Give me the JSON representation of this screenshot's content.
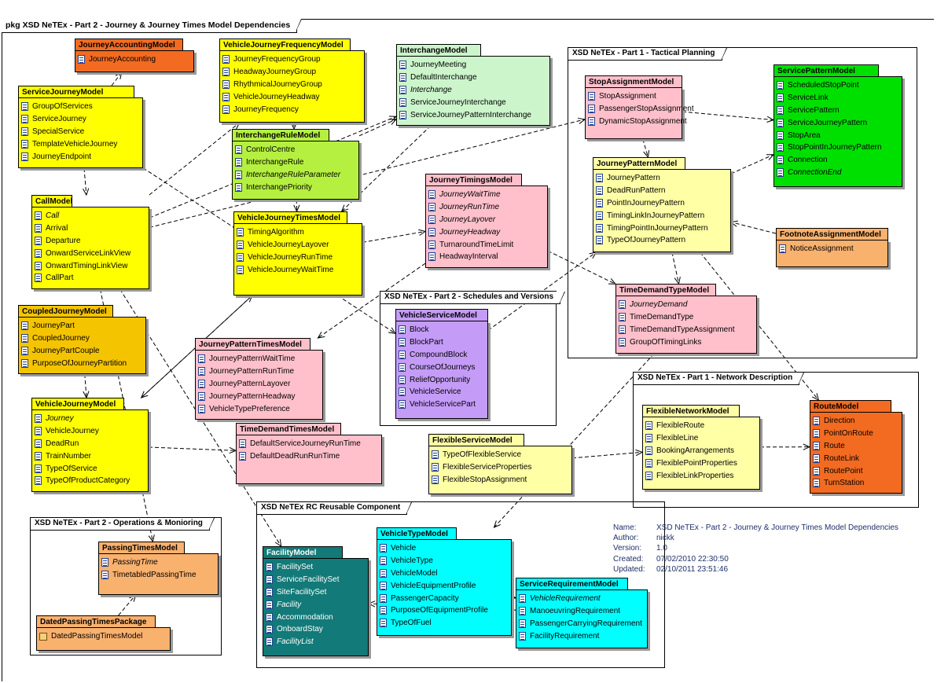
{
  "diagram_title": "pkg XSD NeTEx - Part 2 - Journey & Journey Times Model Dependencies",
  "frames": [
    {
      "key": "tactical",
      "label": "XSD NeTEx - Part 1 - Tactical Planning"
    },
    {
      "key": "schedules",
      "label": "XSD NeTEx - Part 2 - Schedules and Versions"
    },
    {
      "key": "network",
      "label": "XSD NeTEx - Part 1 - Network Description"
    },
    {
      "key": "operations",
      "label": "XSD NeTEx - Part 2 - Operations & Monioring"
    },
    {
      "key": "reusable",
      "label": "XSD NeTEx RC Reusable Component"
    }
  ],
  "packages": [
    {
      "key": "journeyAccounting",
      "name": "JourneyAccountingModel",
      "color": "#f26b21",
      "items": [
        {
          "t": "JourneyAccounting"
        }
      ]
    },
    {
      "key": "vehicleJourneyFrequency",
      "name": "VehicleJourneyFrequencyModel",
      "color": "#ffff00",
      "items": [
        {
          "t": "JourneyFrequencyGroup"
        },
        {
          "t": "HeadwayJourneyGroup"
        },
        {
          "t": "RhythmicalJourneyGroup"
        },
        {
          "t": "VehicleJourneyHeadway"
        },
        {
          "t": "JourneyFrequency"
        }
      ]
    },
    {
      "key": "interchange",
      "name": "InterchangeModel",
      "color": "#ccf5cc",
      "items": [
        {
          "t": "JourneyMeeting"
        },
        {
          "t": "DefaultInterchange"
        },
        {
          "t": "Interchange",
          "i": true
        },
        {
          "t": "ServiceJourneyInterchange"
        },
        {
          "t": "ServiceJourneyPatternInterchange"
        }
      ]
    },
    {
      "key": "serviceJourney",
      "name": "ServiceJourneyModel",
      "color": "#ffff00",
      "items": [
        {
          "t": "GroupOfServices"
        },
        {
          "t": "ServiceJourney"
        },
        {
          "t": "SpecialService"
        },
        {
          "t": "TemplateVehicleJourney"
        },
        {
          "t": "JourneyEndpoint"
        }
      ]
    },
    {
      "key": "interchangeRule",
      "name": "InterchangeRuleModel",
      "color": "#b5f040",
      "items": [
        {
          "t": "ControlCentre"
        },
        {
          "t": "InterchangeRule"
        },
        {
          "t": "InterchangeRuleParameter",
          "i": true
        },
        {
          "t": "InterchangePriority"
        }
      ]
    },
    {
      "key": "call",
      "name": "CallModel",
      "color": "#ffff00",
      "items": [
        {
          "t": "Call",
          "i": true
        },
        {
          "t": "Arrival"
        },
        {
          "t": "Departure"
        },
        {
          "t": "OnwardServiceLinkView"
        },
        {
          "t": "OnwardTimingLinkView"
        },
        {
          "t": "CallPart"
        }
      ]
    },
    {
      "key": "vehicleJourneyTimes",
      "name": "VehicleJourneyTimesModel",
      "color": "#ffff00",
      "items": [
        {
          "t": "TimingAlgorithm"
        },
        {
          "t": "VehicleJourneyLayover"
        },
        {
          "t": "VehicleJourneyRunTime"
        },
        {
          "t": "VehicleJourneyWaitTime"
        }
      ]
    },
    {
      "key": "journeyTimings",
      "name": "JourneyTimingsModel",
      "color": "#ffc0cb",
      "items": [
        {
          "t": "JourneyWaitTime",
          "i": true
        },
        {
          "t": "JourneyRunTime",
          "i": true
        },
        {
          "t": "JourneyLayover",
          "i": true
        },
        {
          "t": "JourneyHeadway",
          "i": true
        },
        {
          "t": "TurnaroundTimeLimit"
        },
        {
          "t": "HeadwayInterval"
        }
      ]
    },
    {
      "key": "stopAssignment",
      "name": "StopAssignmentModel",
      "color": "#ffc0cb",
      "items": [
        {
          "t": "StopAssignment"
        },
        {
          "t": "PassengerStopAssignment"
        },
        {
          "t": "DynamicStopAssignment"
        }
      ]
    },
    {
      "key": "servicePattern",
      "name": "ServicePatternModel",
      "color": "#00e000",
      "items": [
        {
          "t": "ScheduledStopPoint"
        },
        {
          "t": "ServiceLink"
        },
        {
          "t": "ServicePattern"
        },
        {
          "t": "ServiceJourneyPattern"
        },
        {
          "t": "StopArea"
        },
        {
          "t": "StopPointInJourneyPattern"
        },
        {
          "t": "Connection"
        },
        {
          "t": "ConnectionEnd",
          "i": true
        }
      ]
    },
    {
      "key": "journeyPattern",
      "name": "JourneyPatternModel",
      "color": "#ffffa6",
      "items": [
        {
          "t": "JourneyPattern"
        },
        {
          "t": "DeadRunPattern"
        },
        {
          "t": "PointInJourneyPattern"
        },
        {
          "t": "TimingLinkInJourneyPattern"
        },
        {
          "t": "TimingPointInJourneyPattern"
        },
        {
          "t": "TypeOfJourneyPattern"
        }
      ]
    },
    {
      "key": "footnoteAssignment",
      "name": "FootnoteAssignmentModel",
      "color": "#f9b16e",
      "items": [
        {
          "t": "NoticeAssignment"
        }
      ]
    },
    {
      "key": "coupledJourney",
      "name": "CoupledJourneyModel",
      "color": "#f5c400",
      "items": [
        {
          "t": "JourneyPart"
        },
        {
          "t": "CoupledJourney"
        },
        {
          "t": "JourneyPartCouple"
        },
        {
          "t": "PurposeOfJourneyPartition"
        }
      ]
    },
    {
      "key": "timeDemandType",
      "name": "TimeDemandTypeModel",
      "color": "#ffc0cb",
      "items": [
        {
          "t": "JourneyDemand",
          "i": true
        },
        {
          "t": "TimeDemandType"
        },
        {
          "t": "TimeDemandTypeAssignment"
        },
        {
          "t": "GroupOfTimingLinks"
        }
      ]
    },
    {
      "key": "vehicleService",
      "name": "VehicleServiceModel",
      "color": "#c49cf7",
      "items": [
        {
          "t": "Block"
        },
        {
          "t": "BlockPart"
        },
        {
          "t": "CompoundBlock"
        },
        {
          "t": "CourseOfJourneys"
        },
        {
          "t": "ReliefOpportunity"
        },
        {
          "t": "VehicleService"
        },
        {
          "t": "VehicleServicePart"
        }
      ]
    },
    {
      "key": "journeyPatternTimes",
      "name": "JourneyPatternTimesModel",
      "color": "#ffc0cb",
      "items": [
        {
          "t": "JourneyPatternWaitTime"
        },
        {
          "t": "JourneyPatternRunTime"
        },
        {
          "t": "JourneyPatternLayover"
        },
        {
          "t": "JourneyPatternHeadway"
        },
        {
          "t": "VehicleTypePreference"
        }
      ]
    },
    {
      "key": "vehicleJourney",
      "name": "VehicleJourneyModel",
      "color": "#ffff00",
      "items": [
        {
          "t": "Journey",
          "i": true
        },
        {
          "t": "VehicleJourney"
        },
        {
          "t": "DeadRun"
        },
        {
          "t": "TrainNumber"
        },
        {
          "t": "TypeOfService"
        },
        {
          "t": "TypeOfProductCategory"
        }
      ]
    },
    {
      "key": "timeDemandTimes",
      "name": "TimeDemandTimesModel",
      "color": "#ffc0cb",
      "items": [
        {
          "t": "DefaultServiceJourneyRunTime"
        },
        {
          "t": "DefaultDeadRunRunTime"
        }
      ]
    },
    {
      "key": "flexibleService",
      "name": "FlexibleServiceModel",
      "color": "#ffffa6",
      "items": [
        {
          "t": "TypeOfFlexibleService"
        },
        {
          "t": "FlexibleServiceProperties"
        },
        {
          "t": "FlexibleStopAssignment"
        }
      ]
    },
    {
      "key": "flexibleNetwork",
      "name": "FlexibleNetworkModel",
      "color": "#ffffa6",
      "items": [
        {
          "t": "FlexibleRoute"
        },
        {
          "t": "FlexibleLine"
        },
        {
          "t": "BookingArrangements"
        },
        {
          "t": "FlexiblePointProperties"
        },
        {
          "t": "FlexibleLinkProperties"
        }
      ]
    },
    {
      "key": "route",
      "name": "RouteModel",
      "color": "#f26b21",
      "items": [
        {
          "t": "Direction"
        },
        {
          "t": "PointOnRoute"
        },
        {
          "t": "Route"
        },
        {
          "t": "RouteLink"
        },
        {
          "t": "RoutePoint"
        },
        {
          "t": "TurnStation"
        }
      ]
    },
    {
      "key": "passingTimes",
      "name": "PassingTimesModel",
      "color": "#f9b16e",
      "items": [
        {
          "t": "PassingTime",
          "i": true
        },
        {
          "t": "TimetabledPassingTime"
        }
      ]
    },
    {
      "key": "datedPassingTimes",
      "name": "DatedPassingTimesPackage",
      "color": "#f9b16e",
      "items": [
        {
          "t": "DatedPassingTimesModel",
          "pkg": true
        }
      ]
    },
    {
      "key": "facility",
      "name": "FacilityModel",
      "color": "#127a78",
      "textColor": "#ffffff",
      "items": [
        {
          "t": "FacilitySet"
        },
        {
          "t": "ServiceFacilitySet"
        },
        {
          "t": "SiteFacilitySet"
        },
        {
          "t": "Facility",
          "i": true
        },
        {
          "t": "Accommodation"
        },
        {
          "t": "OnboardStay"
        },
        {
          "t": "FacilityList",
          "i": true
        }
      ]
    },
    {
      "key": "vehicleType",
      "name": "VehicleTypeModel",
      "color": "#00ffff",
      "items": [
        {
          "t": "Vehicle"
        },
        {
          "t": "VehicleType"
        },
        {
          "t": "VehicleModel"
        },
        {
          "t": "VehicleEquipmentProfile"
        },
        {
          "t": "PassengerCapacity"
        },
        {
          "t": "PurposeOfEquipmentProfile"
        },
        {
          "t": "TypeOfFuel"
        }
      ]
    },
    {
      "key": "serviceRequirement",
      "name": "ServiceRequirementModel",
      "color": "#00ffff",
      "items": [
        {
          "t": "VehicleRequirement",
          "i": true
        },
        {
          "t": "ManoeuvringRequirement"
        },
        {
          "t": "PassengerCarryingRequirement"
        },
        {
          "t": "FacilityRequirement"
        }
      ]
    }
  ],
  "notes": [
    {
      "k": "Name:",
      "v": "XSD NeTEx - Part 2 - Journey & Journey Times Model Dependencies"
    },
    {
      "k": "Author:",
      "v": "nickk"
    },
    {
      "k": "Version:",
      "v": "1.0"
    },
    {
      "k": "Created:",
      "v": "07/02/2010 22:30:50"
    },
    {
      "k": "Updated:",
      "v": "02/10/2011 23:51:46"
    }
  ],
  "dependencies": [
    [
      "serviceJourney",
      "journeyAccounting"
    ],
    [
      "serviceJourney",
      "call"
    ],
    [
      "serviceJourney",
      "vehicleService"
    ],
    [
      "call",
      "vehicleJourneyFrequency"
    ],
    [
      "call",
      "interchange"
    ],
    [
      "call",
      "stopAssignment"
    ],
    [
      "call",
      "passingTimes"
    ],
    [
      "call",
      "facility"
    ],
    [
      "coupledJourney",
      "vehicleJourney"
    ],
    [
      "vehicleJourney",
      "vehicleJourneyTimes"
    ],
    [
      "vehicleJourney",
      "timeDemandTimes"
    ],
    [
      "vehicleJourneyFrequency",
      "interchangeRule"
    ],
    [
      "interchangeRule",
      "vehicleJourneyTimes"
    ],
    [
      "interchangeRule",
      "interchange"
    ],
    [
      "interchange",
      "vehicleJourneyTimes"
    ],
    [
      "vehicleJourneyTimes",
      "journeyTimings"
    ],
    [
      "vehicleJourneyTimes",
      "vehicleJourney"
    ],
    [
      "journeyTimings",
      "timeDemandType"
    ],
    [
      "journeyTimings",
      "journeyPatternTimes"
    ],
    [
      "timeDemandType",
      "vehicleType"
    ],
    [
      "stopAssignment",
      "servicePattern"
    ],
    [
      "stopAssignment",
      "journeyPattern"
    ],
    [
      "journeyPattern",
      "servicePattern"
    ],
    [
      "journeyPattern",
      "timeDemandType"
    ],
    [
      "journeyPattern",
      "route"
    ],
    [
      "footnoteAssignment",
      "journeyPattern"
    ],
    [
      "vehicleService",
      "journeyPattern"
    ],
    [
      "flexibleService",
      "flexibleNetwork"
    ],
    [
      "flexibleNetwork",
      "route"
    ],
    [
      "vehicleType",
      "serviceRequirement"
    ],
    [
      "serviceRequirement",
      "facility"
    ],
    [
      "datedPassingTimes",
      "passingTimes"
    ]
  ]
}
